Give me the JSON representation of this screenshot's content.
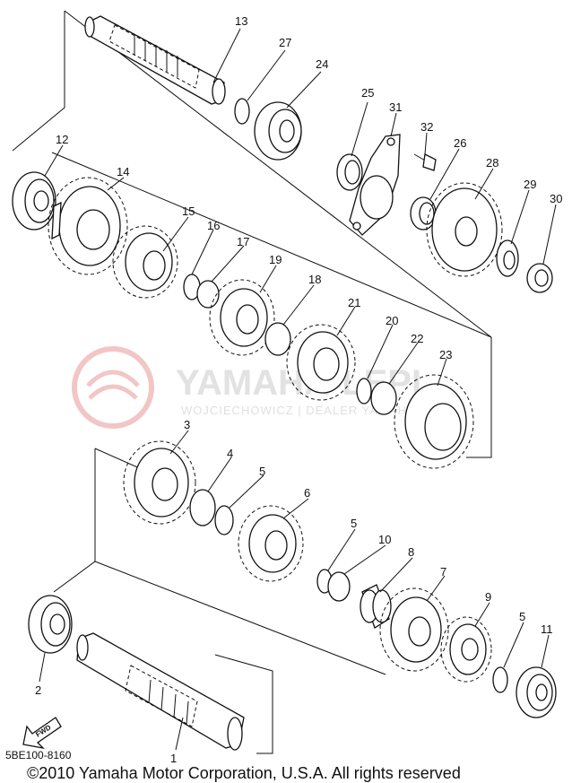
{
  "watermark": {
    "brand": "YAMAHA-LEPL",
    "subtitle": "WOJCIECHOWICZ | DEALER YAMAHA"
  },
  "part_numbers": [
    "13",
    "27",
    "24",
    "25",
    "31",
    "32",
    "26",
    "28",
    "29",
    "30",
    "12",
    "14",
    "15",
    "16",
    "17",
    "19",
    "18",
    "21",
    "20",
    "22",
    "23",
    "3",
    "4",
    "5",
    "6",
    "5",
    "10",
    "8",
    "7",
    "9",
    "5",
    "11",
    "2",
    "1"
  ],
  "fwd_label": "FWD",
  "diagram_code": "5BE100-8160",
  "copyright": "©2010 Yamaha Motor Corporation, U.S.A. All rights reserved"
}
